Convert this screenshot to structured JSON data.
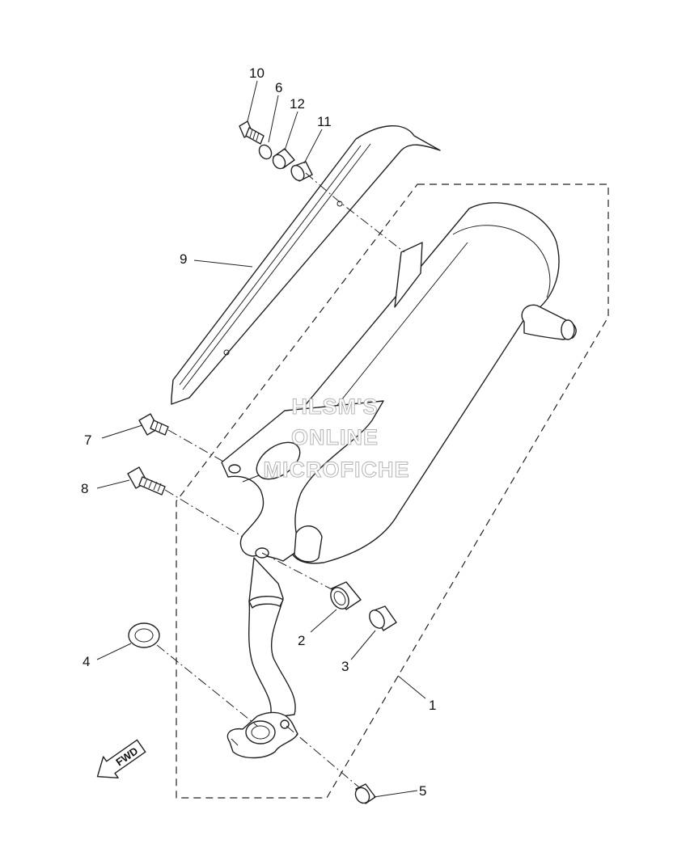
{
  "callouts": [
    {
      "id": "1",
      "label": "1"
    },
    {
      "id": "2",
      "label": "2"
    },
    {
      "id": "3",
      "label": "3"
    },
    {
      "id": "4",
      "label": "4"
    },
    {
      "id": "5",
      "label": "5"
    },
    {
      "id": "6",
      "label": "6"
    },
    {
      "id": "7",
      "label": "7"
    },
    {
      "id": "8",
      "label": "8"
    },
    {
      "id": "9",
      "label": "9"
    },
    {
      "id": "10",
      "label": "10"
    },
    {
      "id": "11",
      "label": "11"
    },
    {
      "id": "12",
      "label": "12"
    }
  ],
  "watermark": {
    "line1": "HLSM'S",
    "line2": "ONLINE",
    "line3": "MICROFICHE"
  },
  "direction_arrow": {
    "label": "FWD",
    "icon": "forward-arrow-icon"
  },
  "colors": {
    "line": "#222222",
    "background": "#ffffff",
    "watermark_outline": "#b4b4b4"
  }
}
